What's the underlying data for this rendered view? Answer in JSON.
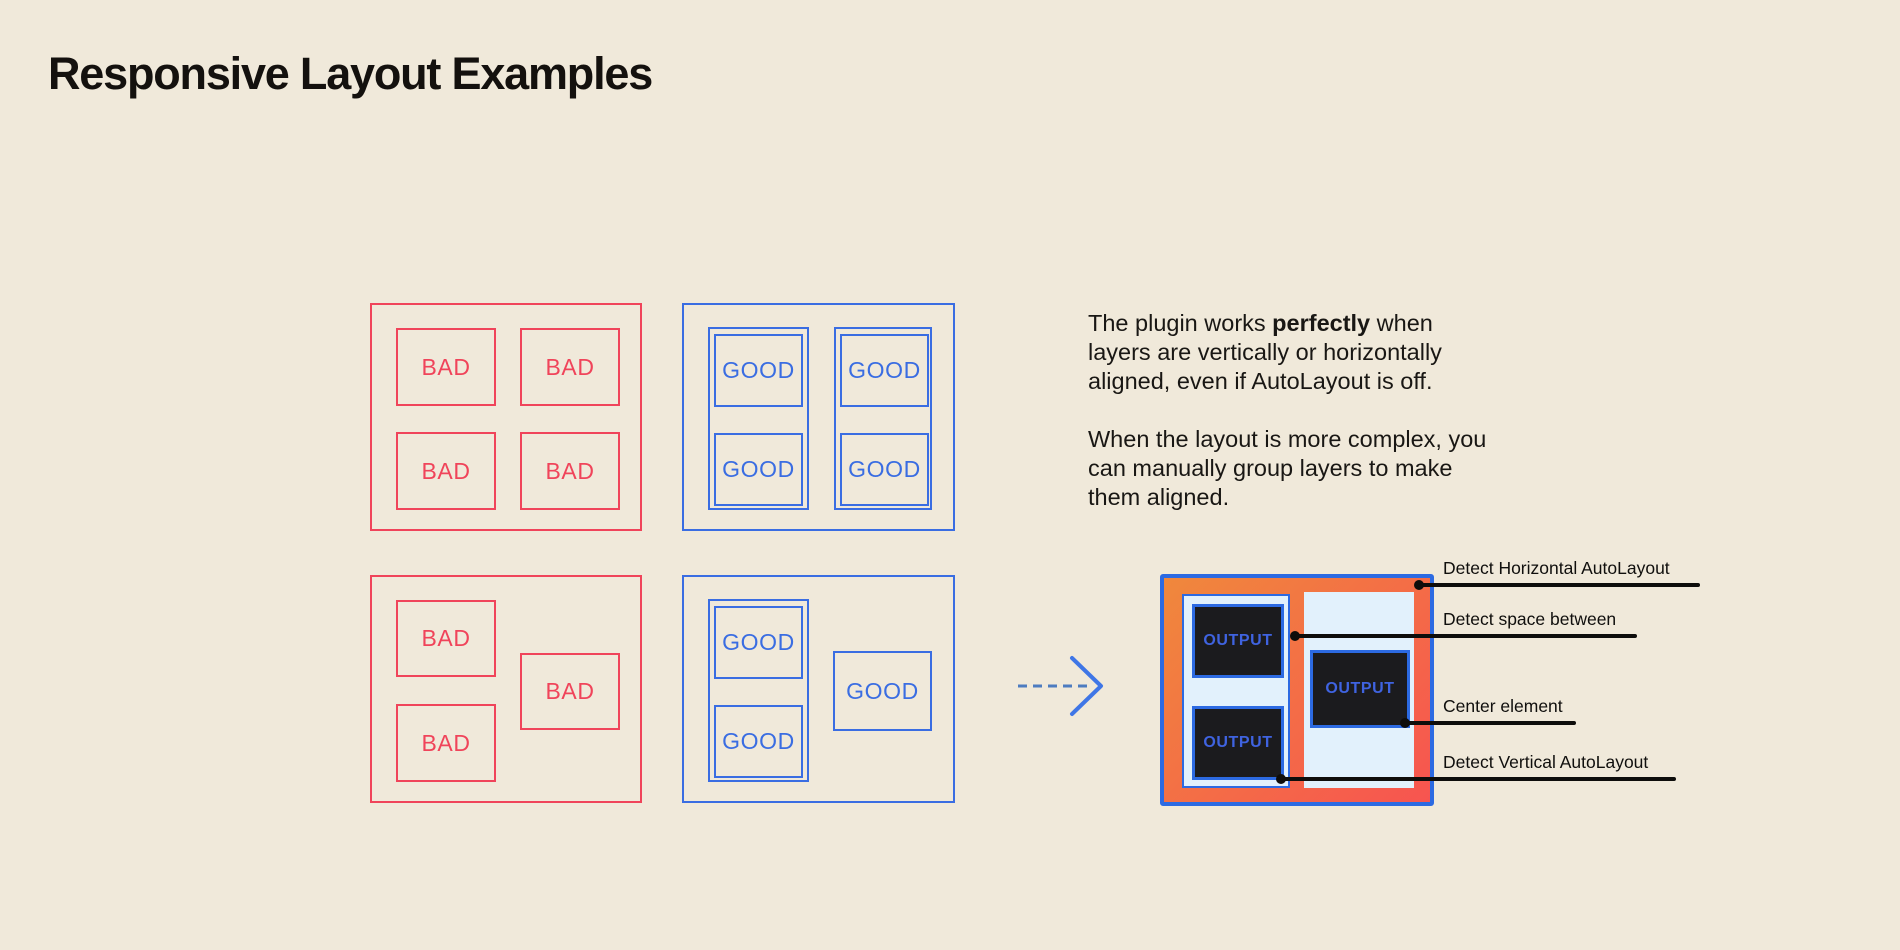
{
  "title": "Responsive Layout Examples",
  "colors": {
    "background": "#f0e9da",
    "red": "#f0445a",
    "blue": "#3a6de2",
    "ink": "#14110e",
    "gradient_start": "#f0883c",
    "gradient_end": "#f75450",
    "panel_light": "#e2f1fc",
    "dark_box": "#1b1b1e",
    "output_text": "#3f63e0"
  },
  "bad_grid_group": {
    "items": [
      "BAD",
      "BAD",
      "BAD",
      "BAD"
    ]
  },
  "good_grid_group": {
    "items": [
      "GOOD",
      "GOOD",
      "GOOD",
      "GOOD"
    ]
  },
  "bad_free_group": {
    "items": [
      "BAD",
      "BAD",
      "BAD"
    ]
  },
  "good_free_group": {
    "items": [
      "GOOD",
      "GOOD",
      "GOOD"
    ]
  },
  "description": {
    "p1_lines": [
      {
        "pre": "The plugin works ",
        "bold": "perfectly",
        "post": " when"
      },
      {
        "pre": "layers are vertically or horizontally"
      },
      {
        "pre": "aligned, even if AutoLayout is off."
      }
    ],
    "p2_lines": [
      {
        "pre": "When the layout is more complex, you"
      },
      {
        "pre": "can manually group layers to make"
      },
      {
        "pre": "them aligned."
      }
    ]
  },
  "output_preview": {
    "boxes": [
      "OUTPUT",
      "OUTPUT",
      "OUTPUT"
    ]
  },
  "annotations": [
    {
      "label": "Detect Horizontal AutoLayout"
    },
    {
      "label": "Detect space between"
    },
    {
      "label": "Center element"
    },
    {
      "label": "Detect Vertical AutoLayout"
    }
  ]
}
